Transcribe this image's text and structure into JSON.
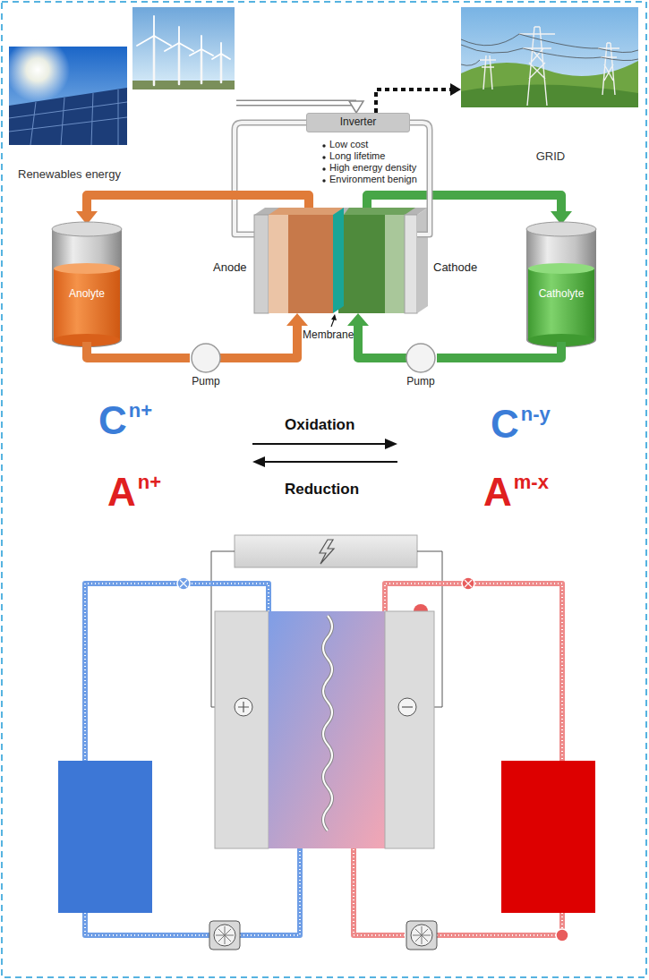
{
  "diagram": {
    "nodes": [
      {
        "text": [
          "Renewables energy"
        ]
      },
      {
        "text": [
          "Inverter"
        ]
      },
      {
        "text": [
          "GRID"
        ]
      },
      {
        "text": [
          "Anolyte"
        ]
      },
      {
        "text": [
          "Catholyte"
        ]
      },
      {
        "text": [
          "Pump"
        ]
      },
      {
        "text": [
          "Pump"
        ]
      }
    ],
    "edges": [
      {
        "from": 0,
        "to": 1,
        "arrow": "to"
      },
      {
        "from": 1,
        "to": 2,
        "arrow": "to"
      },
      {
        "from": 3,
        "to": 5,
        "arrow": "none"
      },
      {
        "from": 4,
        "to": 6,
        "arrow": "none"
      }
    ],
    "labels": [
      "Low cost",
      "Long lifetime",
      "High energy density",
      "Environment benign",
      "Anode",
      "Cathode",
      "Membrane",
      "C",
      "n+",
      "Oxidation",
      "C",
      "n-y",
      "A",
      "n+",
      "Reduction",
      "A",
      "m-x"
    ]
  }
}
